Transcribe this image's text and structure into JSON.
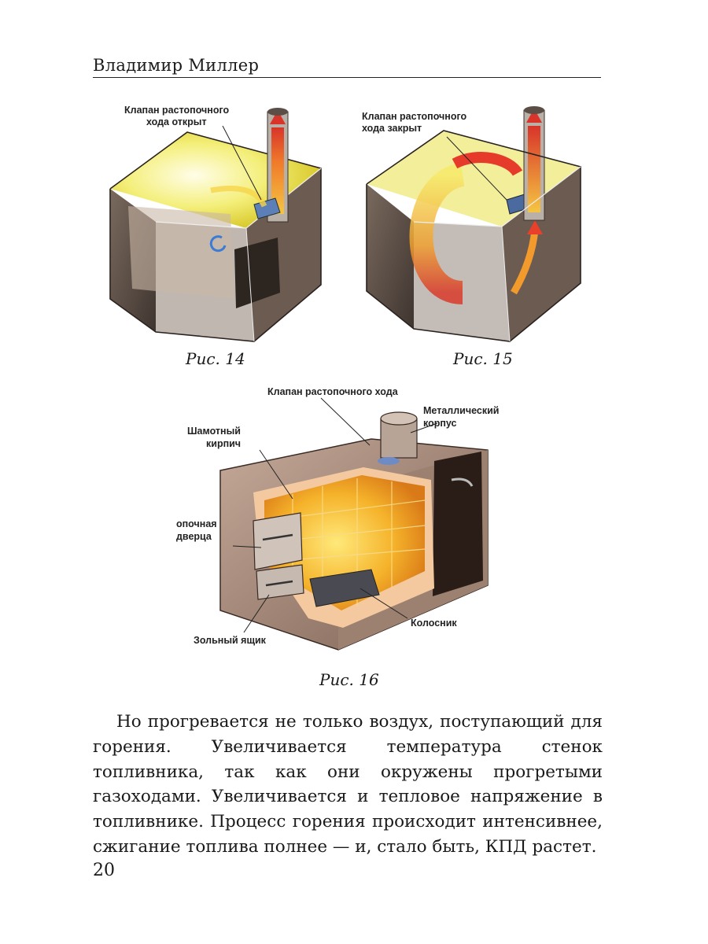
{
  "header": {
    "author": "Владимир Миллер"
  },
  "figures": [
    {
      "caption": "Рис. 14",
      "labels": {
        "valve_line1": "Клапан растопочного",
        "valve_line2": "хода открыт"
      }
    },
    {
      "caption": "Рис. 15",
      "labels": {
        "valve_line1": "Клапан растопочного",
        "valve_line2": "хода закрыт"
      }
    },
    {
      "caption": "Рис. 16",
      "labels": {
        "valve": "Клапан растопочного хода",
        "metal_line1": "Металлический",
        "metal_line2": "корпус",
        "brick_line1": "Шамотный",
        "brick_line2": "кирпич",
        "door_line1": "опочная",
        "door_line2": "дверца",
        "ashbox": "Зольный ящик",
        "grate": "Колосник"
      }
    }
  ],
  "body": {
    "paragraph": "Но прогревается не только воздух, поступающий для горения. Увеличивается температура стенок топливника, так как они окружены прогретыми газоходами. Увеличивается и тепловое напряжение в топливнике. Процесс горения происходит интенсивнее, сжигание топлива полнее — и, стало быть, КПД растет."
  },
  "page_number": "20"
}
